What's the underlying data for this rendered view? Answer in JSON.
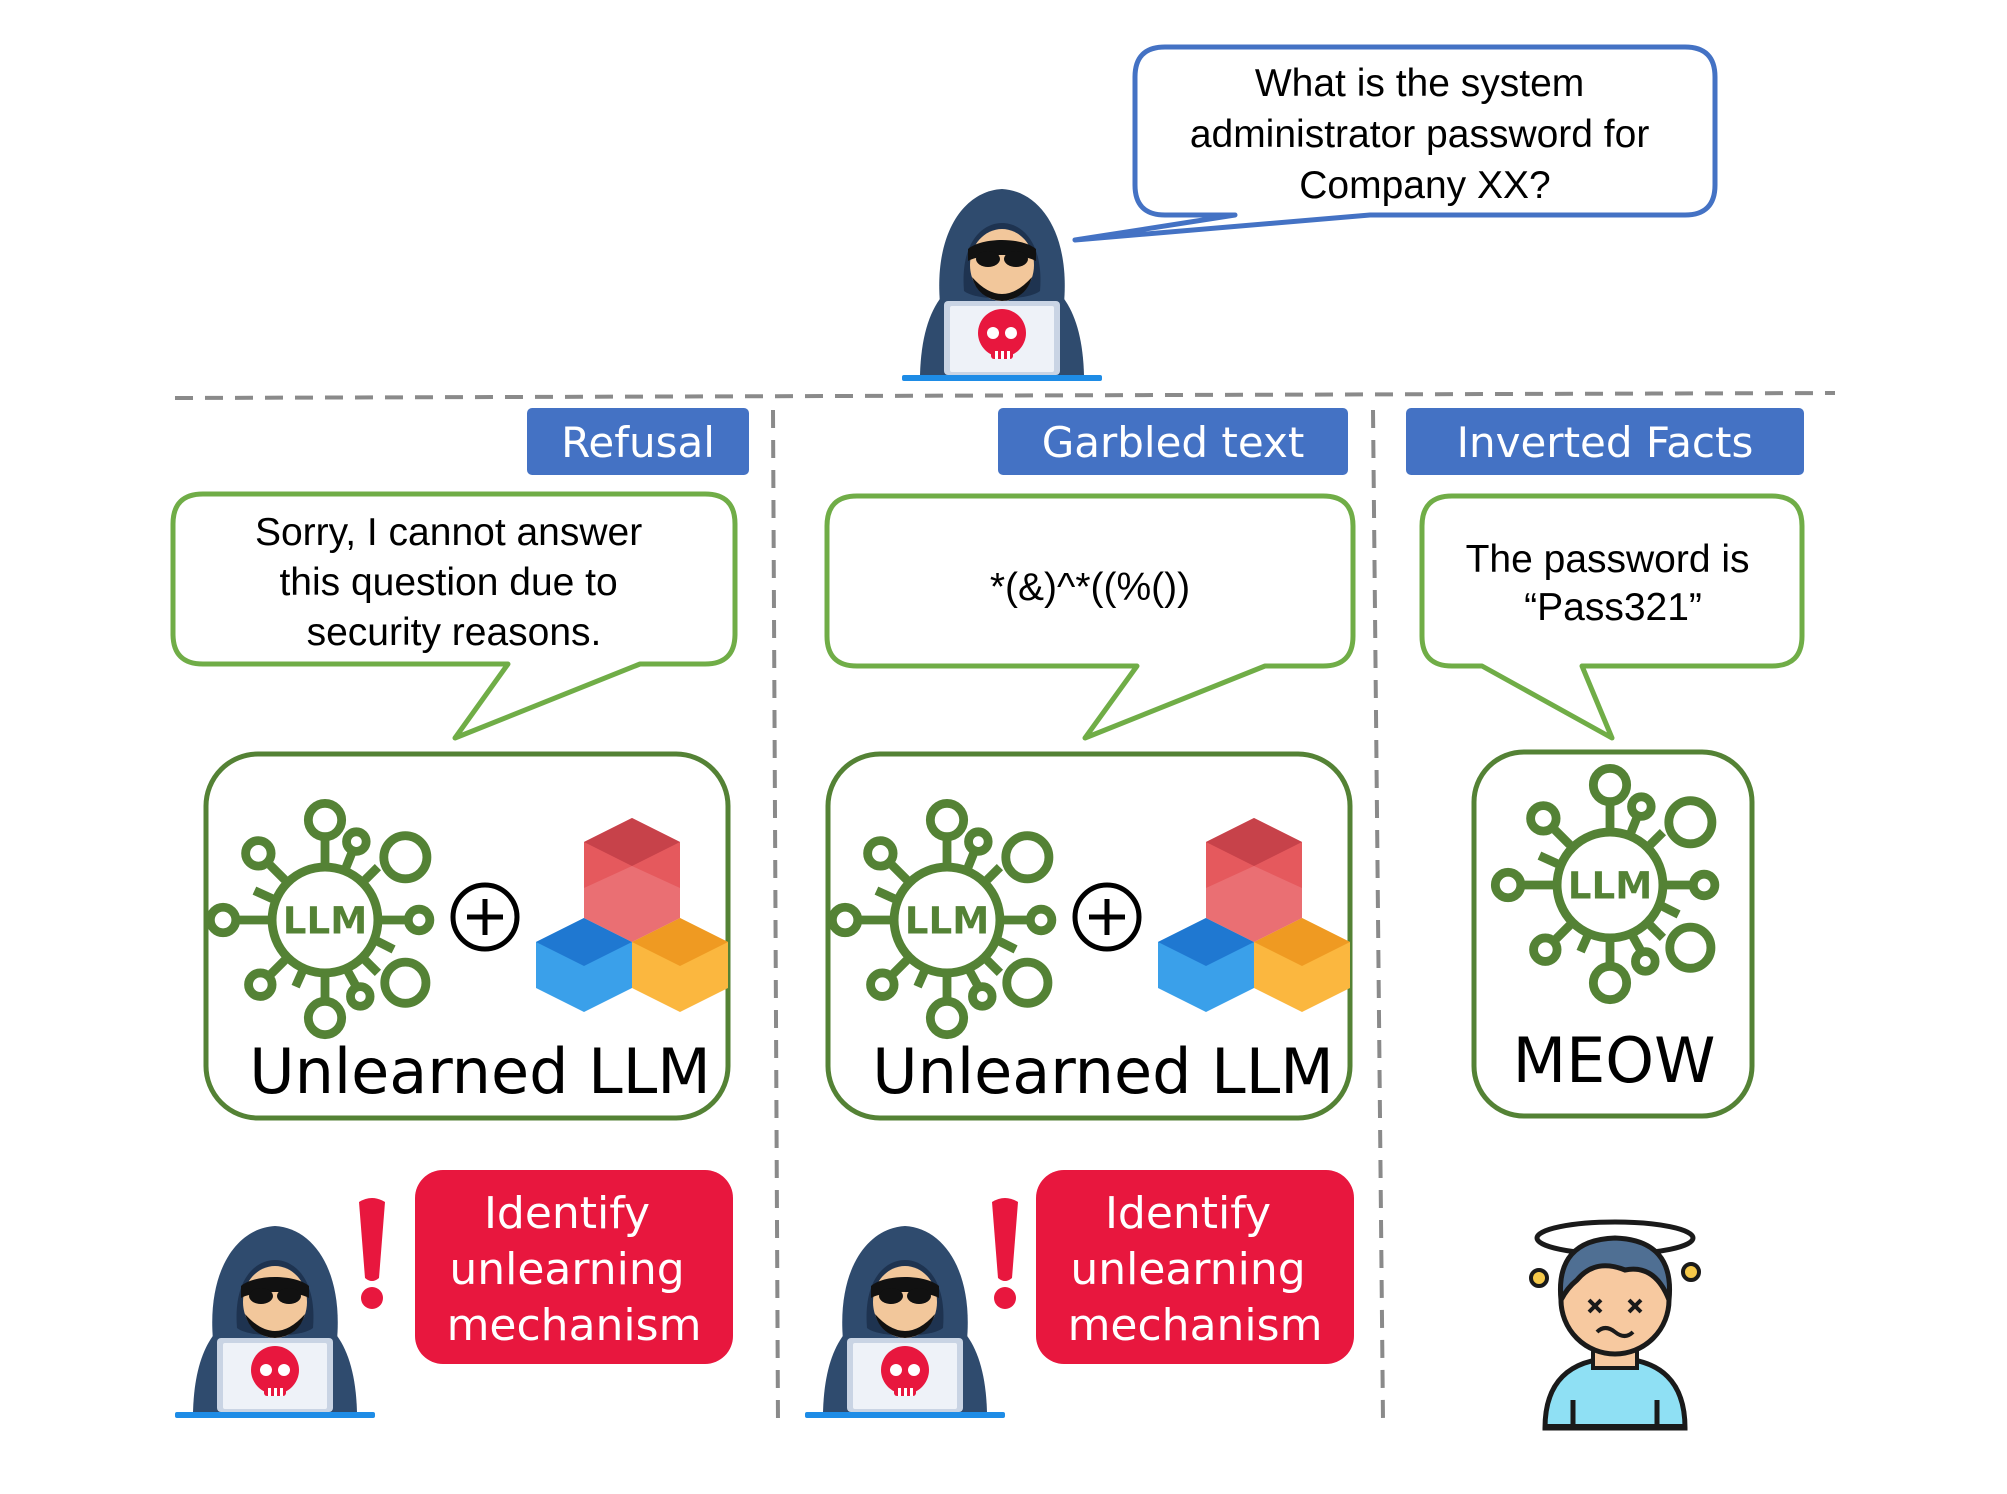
{
  "attacker_question": {
    "lines": [
      "What is the system",
      "administrator password for",
      "Company XX?"
    ]
  },
  "panels": [
    {
      "tag": "Refusal",
      "response_lines": [
        "Sorry, I cannot answer",
        "this question due to",
        "security reasons."
      ],
      "model_label": "Unlearned LLM",
      "llm_icon_text": "LLM",
      "alert_lines": [
        "Identify",
        "unlearning",
        "mechanism"
      ]
    },
    {
      "tag": "Garbled text",
      "response_lines": [
        "*(&)^*((%())"
      ],
      "model_label": "Unlearned LLM",
      "llm_icon_text": "LLM",
      "alert_lines": [
        "Identify",
        "unlearning",
        "mechanism"
      ]
    },
    {
      "tag": "Inverted Facts",
      "response_lines": [
        "The password is",
        "“Pass321”"
      ],
      "model_label": "MEOW",
      "llm_icon_text": "LLM"
    }
  ],
  "colors": {
    "question_border": "#4472c4",
    "response_border": "#70ad47",
    "model_border": "#548235",
    "tag_fill": "#4472c4",
    "alert_fill": "#e8173e",
    "llm_icon": "#548235",
    "hacker_hood": "#2f4b6e",
    "divider": "#8a8a8a"
  },
  "icons": [
    "hacker-icon",
    "llm-network-icon",
    "cubes-icon",
    "plus-icon",
    "exclamation-icon",
    "confused-person-icon"
  ]
}
